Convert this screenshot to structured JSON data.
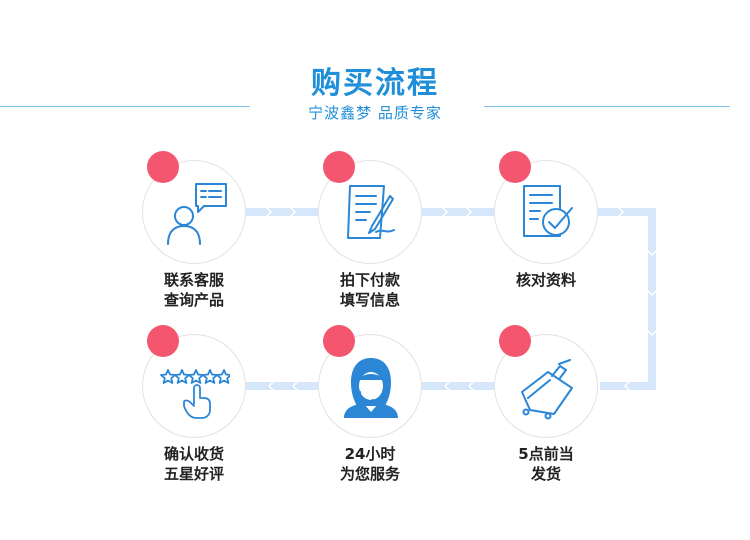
{
  "header": {
    "title": "购买流程",
    "subtitle": "宁波鑫梦 品质专家"
  },
  "colors": {
    "accent": "#1e8fd8",
    "dot": "#f5566f",
    "arrow": "#d6e6fb"
  },
  "steps": [
    {
      "line1": "联系客服",
      "line2": "查询产品",
      "icon": "customer-service-chat-icon"
    },
    {
      "line1": "拍下付款",
      "line2": "填写信息",
      "icon": "document-writing-icon"
    },
    {
      "line1": "核对资料",
      "line2": "",
      "icon": "document-check-icon"
    },
    {
      "line1": "5点前当",
      "line2": "发货",
      "icon": "luggage-shipping-icon"
    },
    {
      "line1": "24小时",
      "line2": "为您服务",
      "icon": "service-agent-icon"
    },
    {
      "line1": "确认收货",
      "line2": "五星好评",
      "icon": "five-star-rating-icon"
    }
  ]
}
